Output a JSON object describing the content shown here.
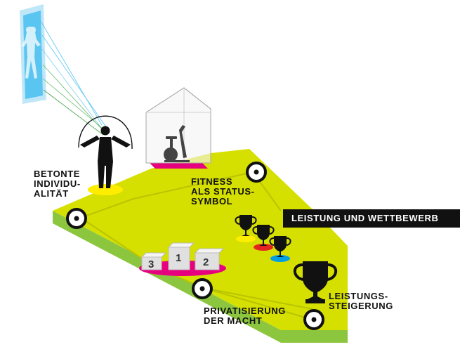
{
  "labels": {
    "betonte": "BETONTE\nINDIVIDU-\nALITÄT",
    "fitness": "FITNESS\nALS STATUS-\nSYMBOL",
    "privatisierung": "PRIVATISIERUNG\nDER MACHT",
    "leistungssteigerung": "LEISTUNGS-\nSTEIGERUNG"
  },
  "banner": "LEISTUNG UND WETTBEWERB",
  "podium": {
    "first": "1",
    "second": "2",
    "third": "3"
  },
  "colors": {
    "platform": "#d6e000",
    "platform_side": "#8cc63f",
    "magenta": "#e6007e",
    "red": "#e52421",
    "yellow": "#ffed00",
    "blue": "#009fe3",
    "ink": "#111111",
    "screen": "#5bc5f2"
  },
  "icons": [
    "mirror-screen-icon",
    "rope-skipper-icon",
    "exercise-bike-icon",
    "trophy-icon",
    "podium-icon",
    "target-marker-icon"
  ]
}
